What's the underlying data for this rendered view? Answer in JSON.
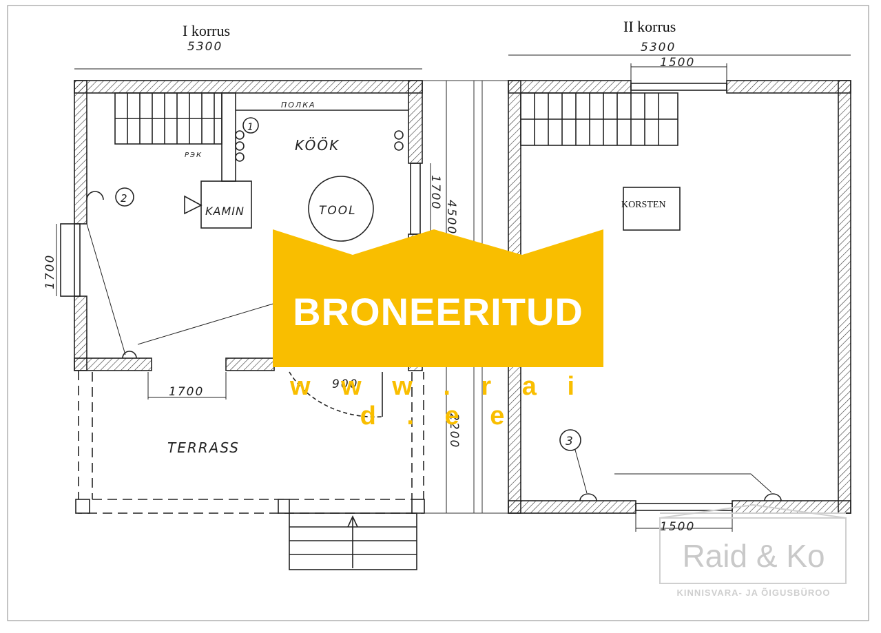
{
  "floors": [
    {
      "title": "I korrus",
      "rooms": [
        {
          "label": "KÖÖK"
        },
        {
          "label": "TERRASS"
        },
        {
          "label": "KAMIN"
        },
        {
          "label": "TOOL"
        },
        {
          "label": "РЭК"
        },
        {
          "label": "ПОЛКА"
        }
      ],
      "markers": [
        "1",
        "2"
      ],
      "dimensions": [
        "5300",
        "1700",
        "1700",
        "1700",
        "4500",
        "2200",
        "900"
      ]
    },
    {
      "title": "II korrus",
      "rooms": [
        {
          "label": "KORSTEN"
        }
      ],
      "markers": [
        "3"
      ],
      "dimensions": [
        "5300",
        "1500",
        "1500"
      ]
    }
  ],
  "banner": {
    "title": "BRONEERITUD",
    "url": "w w w . r a i d . e e",
    "color": "#f9be00"
  },
  "logo": {
    "name": "Raid & Ko",
    "tagline": "KINNISVARA- JA ÕIGUSBÜROO"
  }
}
